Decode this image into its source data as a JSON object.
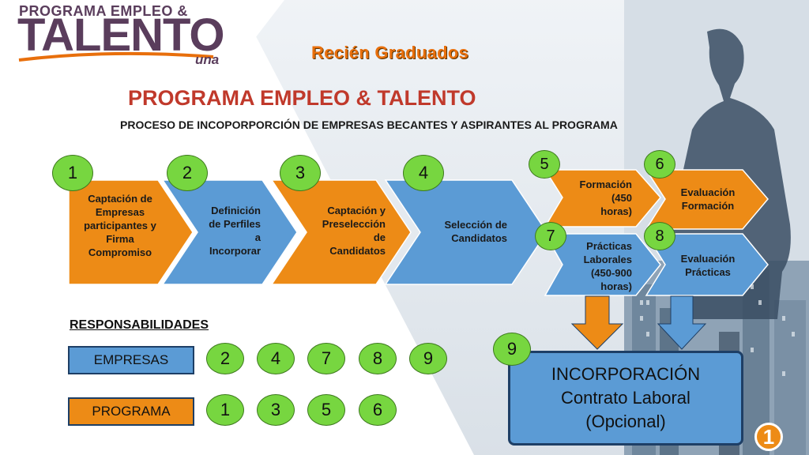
{
  "logo": {
    "top_text": "PROGRAMA EMPLEO &",
    "main_text": "TALENTO",
    "brand_text": "una"
  },
  "subtitle": "Recién Graduados",
  "main_title": "PROGRAMA EMPLEO & TALENTO",
  "process_title": "PROCESO DE INCOPORPORCIÓN DE EMPRESAS BECANTES Y ASPIRANTES AL PROGRAMA",
  "steps": [
    {
      "number": "1",
      "lines": [
        "Captación de",
        "Empresas",
        "participantes y",
        "Firma",
        "Compromiso"
      ],
      "color": "#ed8b16"
    },
    {
      "number": "2",
      "lines": [
        "Definición",
        "de Perfiles",
        "a",
        "Incorporar"
      ],
      "color": "#5b9bd5"
    },
    {
      "number": "3",
      "lines": [
        "Captación y",
        "Preselección",
        "de",
        "Candidatos"
      ],
      "color": "#ed8b16"
    },
    {
      "number": "4",
      "lines": [
        "Selección de",
        "Candidatos"
      ],
      "color": "#5b9bd5"
    },
    {
      "number": "5",
      "lines": [
        "Formación",
        "(450",
        "horas)"
      ],
      "color": "#ed8b16"
    },
    {
      "number": "6",
      "lines": [
        "Evaluación",
        "Formación"
      ],
      "color": "#ed8b16"
    },
    {
      "number": "7",
      "lines": [
        "Prácticas",
        "Laborales",
        "(450-900",
        "horas)"
      ],
      "color": "#5b9bd5"
    },
    {
      "number": "8",
      "lines": [
        "Evaluación",
        "Prácticas"
      ],
      "color": "#5b9bd5"
    }
  ],
  "responsibilities": {
    "title": "RESPONSABILIDADES",
    "empresas": {
      "label": "EMPRESAS",
      "steps": [
        "2",
        "4",
        "7",
        "8",
        "9"
      ]
    },
    "programa": {
      "label": "PROGRAMA",
      "steps": [
        "1",
        "3",
        "5",
        "6"
      ]
    }
  },
  "incorporation": {
    "number": "9",
    "lines": [
      "INCORPORACIÓN",
      "Contrato Laboral",
      "(Opcional)"
    ]
  },
  "corner_logo": "1",
  "colors": {
    "orange": "#ed8b16",
    "blue": "#5b9bd5",
    "green_circle": "#77d640",
    "title_red": "#c0392b",
    "logo_purple": "#5a3d5c"
  }
}
